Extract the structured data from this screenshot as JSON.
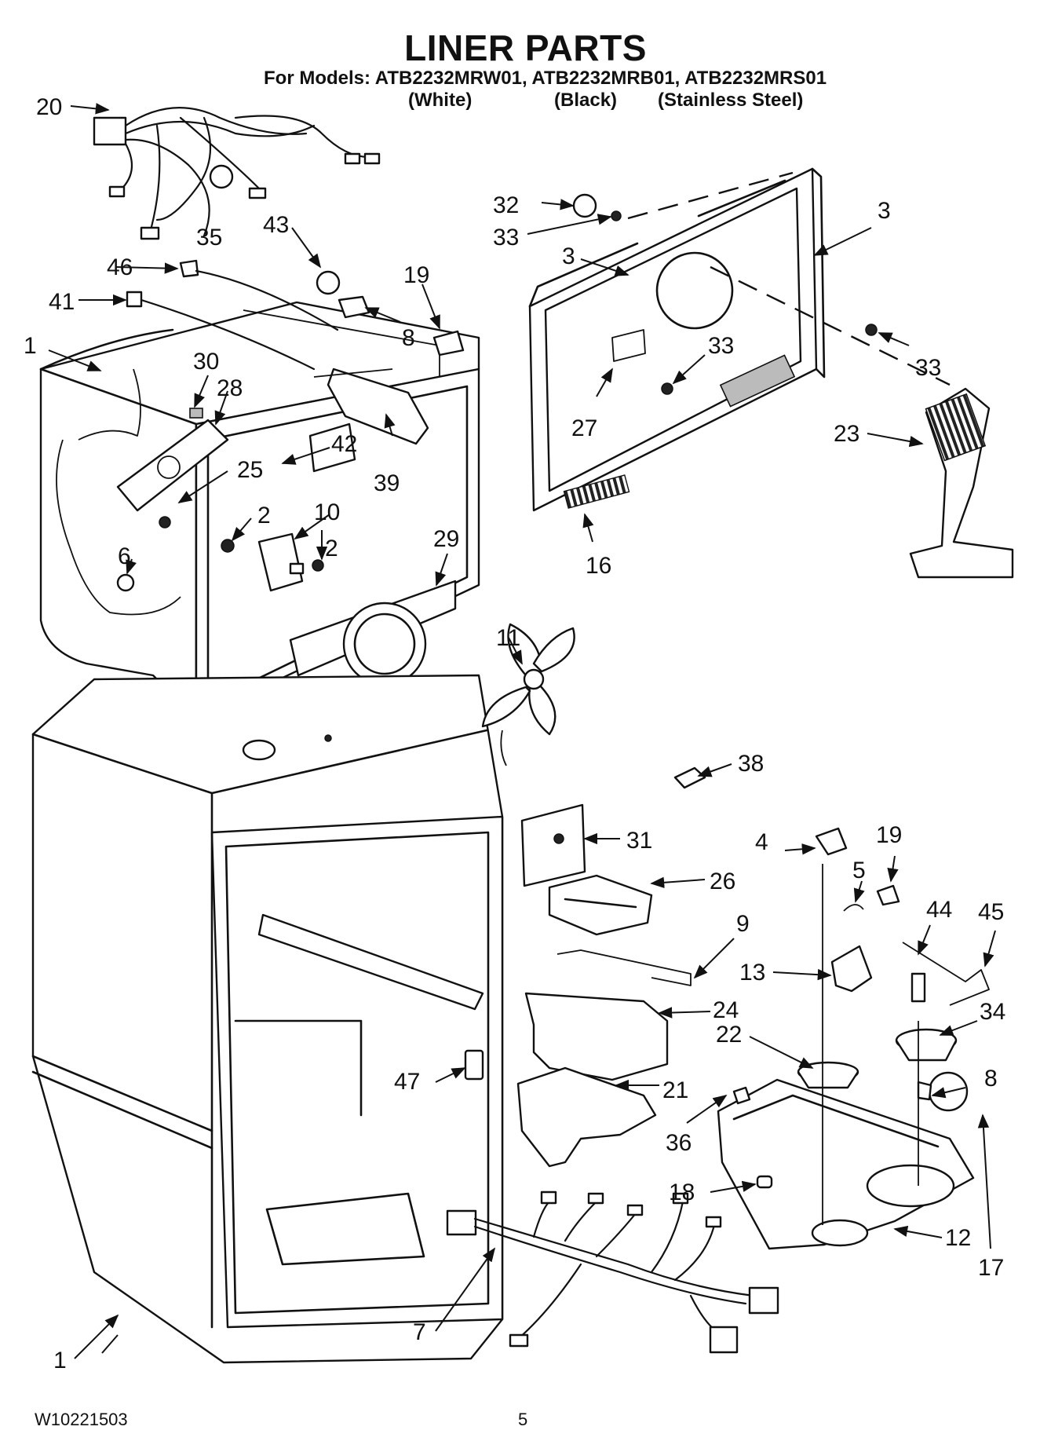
{
  "header": {
    "title": "LINER PARTS",
    "models_line": "For Models: ATB2232MRW01, ATB2232MRB01, ATB2232MRS01",
    "variants": [
      "(White)",
      "(Black)",
      "(Stainless Steel)"
    ]
  },
  "footer": {
    "document_number": "W10221503",
    "page_number": "5"
  },
  "callouts": {
    "c1a": "1",
    "c1b": "1",
    "c2a": "2",
    "c2b": "2",
    "c3a": "3",
    "c3b": "3",
    "c4": "4",
    "c5": "5",
    "c6": "6",
    "c7": "7",
    "c8a": "8",
    "c8b": "8",
    "c9": "9",
    "c10": "10",
    "c11": "11",
    "c12": "12",
    "c13": "13",
    "c16": "16",
    "c17": "17",
    "c18": "18",
    "c19a": "19",
    "c19b": "19",
    "c20": "20",
    "c21": "21",
    "c22": "22",
    "c23": "23",
    "c24": "24",
    "c25": "25",
    "c26": "26",
    "c27": "27",
    "c28": "28",
    "c29": "29",
    "c30": "30",
    "c31": "31",
    "c32": "32",
    "c33a": "33",
    "c33b": "33",
    "c33c": "33",
    "c34": "34",
    "c35": "35",
    "c36": "36",
    "c38": "38",
    "c39": "39",
    "c41": "41",
    "c42": "42",
    "c43": "43",
    "c44": "44",
    "c45": "45",
    "c46": "46",
    "c47": "47"
  }
}
